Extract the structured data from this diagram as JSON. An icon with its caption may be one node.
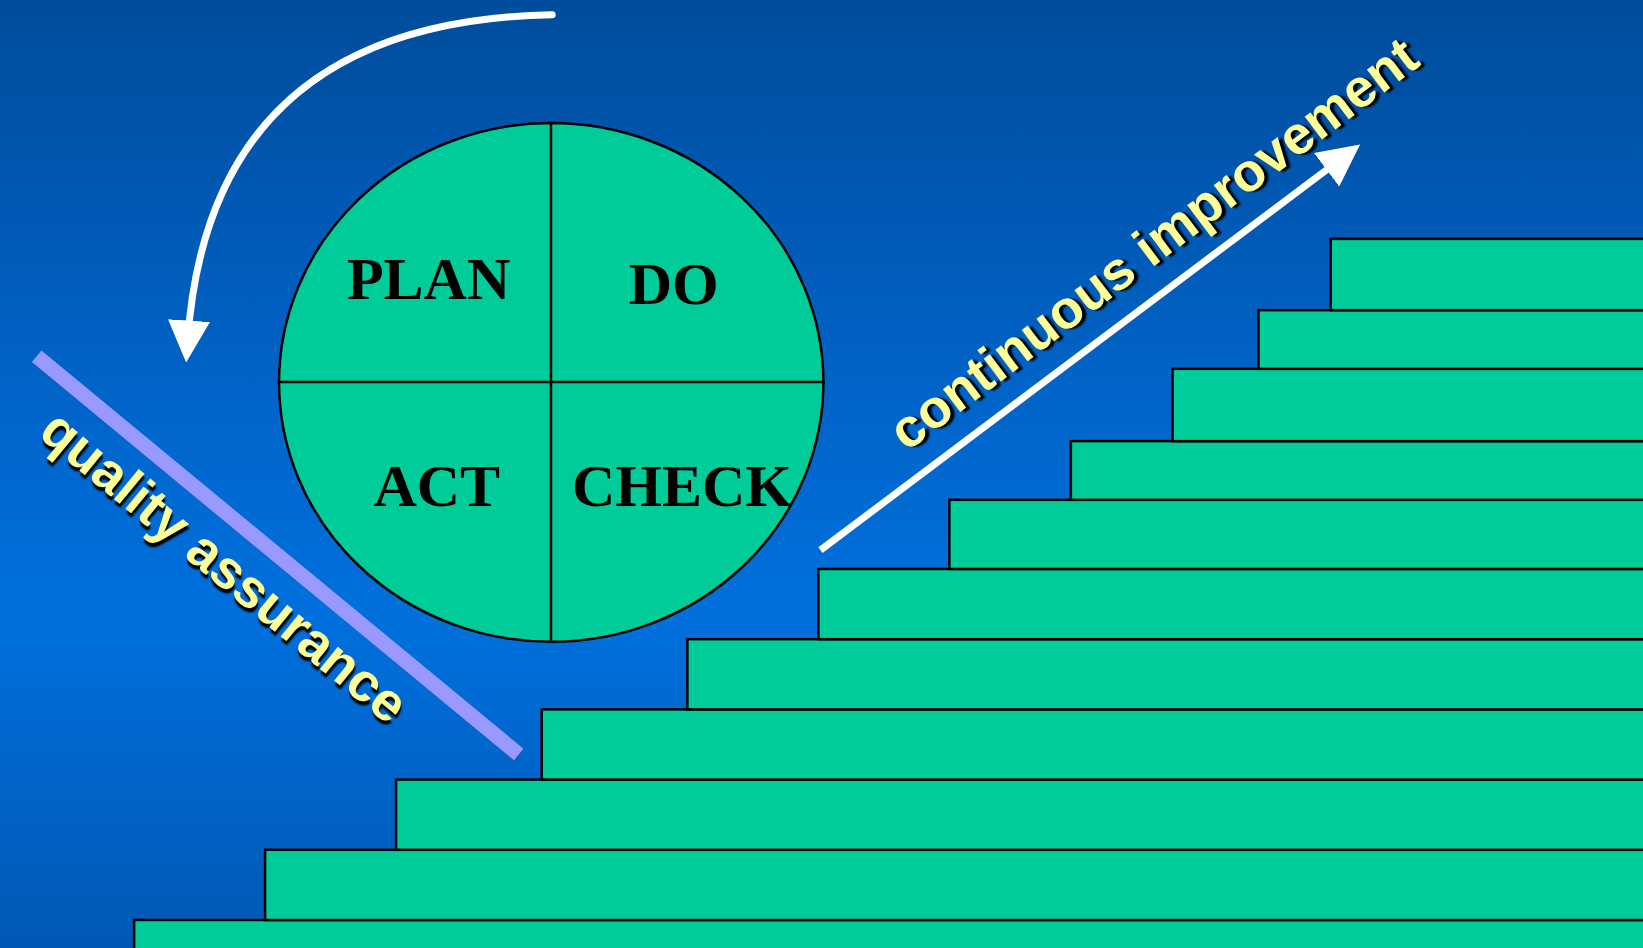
{
  "diagram": {
    "nodes": [
      {
        "text": [
          "PLAN"
        ]
      },
      {
        "text": [
          "DO"
        ]
      },
      {
        "text": [
          "ACT"
        ]
      },
      {
        "text": [
          "CHECK"
        ]
      }
    ],
    "labels": [
      "quality assurance",
      "continuous improvement"
    ]
  }
}
